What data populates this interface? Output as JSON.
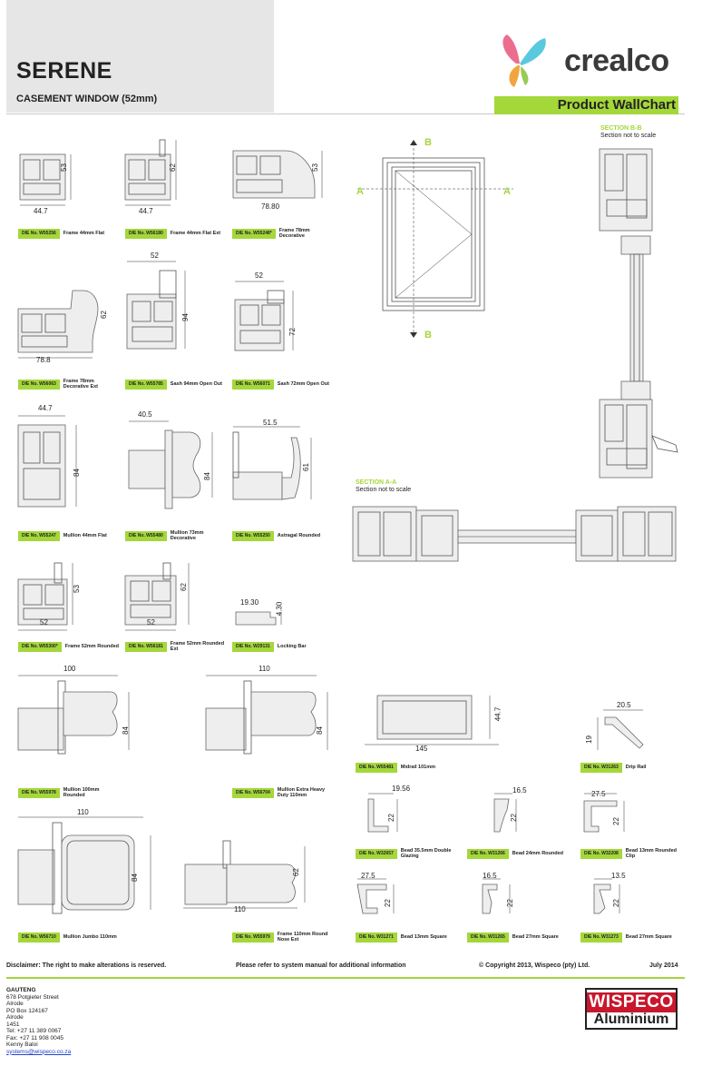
{
  "header": {
    "title": "SERENE",
    "subtitle": "CASEMENT WINDOW (52mm)"
  },
  "brand": {
    "name": "crealco",
    "banner": "Product WallChart",
    "accent": "#a4d73a"
  },
  "sections": {
    "bb": {
      "title": "SECTION B-B",
      "note": "Section not to scale"
    },
    "aa": {
      "title": "SECTION A-A",
      "note": "Section not to scale"
    },
    "markers": {
      "a_left": "A",
      "a_right": "A",
      "b_top": "B",
      "b_bottom": "B"
    }
  },
  "profiles": [
    {
      "die": "DIE No. W55256",
      "name": "Frame 44mm Flat",
      "w": "44.7",
      "h": "53"
    },
    {
      "die": "DIE No. W56180",
      "name": "Frame 44mm Flat Ext",
      "w": "44.7",
      "h": "62"
    },
    {
      "die": "DIE No. W55248*",
      "name": "Frame 78mm Decorative",
      "w": "78.80",
      "h": "53"
    },
    {
      "die": "DIE No. W56063",
      "name": "Frame 78mm Decorative Ext",
      "w": "78.8",
      "h": "62"
    },
    {
      "die": "DIE No. W55785",
      "name": "Sash 94mm Open Out",
      "w": "52",
      "h": "94"
    },
    {
      "die": "DIE No. W56071",
      "name": "Sash 72mm Open Out",
      "w": "52",
      "h": "72"
    },
    {
      "die": "DIE No. W55247",
      "name": "Mullion 44mm Flat",
      "w": "44.7",
      "h": "84"
    },
    {
      "die": "DIE No. W55480",
      "name": "Mullion 73mm Decorative",
      "w": "40.5",
      "h": "84"
    },
    {
      "die": "DIE No. W55250",
      "name": "Astragal Rounded",
      "w": "51.5",
      "h": "61"
    },
    {
      "die": "DIE No. W55300*",
      "name": "Frame 52mm Rounded",
      "w": "52",
      "h": "53"
    },
    {
      "die": "DIE No. W56181",
      "name": "Frame 52mm Rounded Ext",
      "w": "52",
      "h": "62"
    },
    {
      "die": "DIE No. W29131",
      "name": "Locking Bar",
      "w": "19.30",
      "h": "4.30"
    },
    {
      "die": "DIE No. W55978",
      "name": "Mullion 100mm Rounded",
      "w": "100",
      "h": "84"
    },
    {
      "die": "DIE No. W56704",
      "name": "Mullion Extra Heavy Duty 110mm",
      "w": "110",
      "h": "84"
    },
    {
      "die": "DIE No. W55481",
      "name": "Midrail 101mm",
      "w": "145",
      "h": "44.7"
    },
    {
      "die": "DIE No. W31263",
      "name": "Drip Rail",
      "w": "20.5",
      "h": "19"
    },
    {
      "die": "DIE No. W32657",
      "name": "Bead 35.5mm Double Glazing",
      "w": "19.56",
      "h": "22"
    },
    {
      "die": "DIE No. W31266",
      "name": "Bead 24mm Rounded",
      "w": "16.5",
      "h": "22"
    },
    {
      "die": "DIE No. W32208",
      "name": "Bead 13mm Rounded Clip",
      "w": "27.5",
      "h": "22"
    },
    {
      "die": "DIE No. W56710",
      "name": "Mullion Jumbo 110mm",
      "w": "110",
      "h": "84"
    },
    {
      "die": "DIE No. W55979",
      "name": "Frame 110mm Round Nose Ext",
      "w": "110",
      "h": "62"
    },
    {
      "die": "DIE No. W31271",
      "name": "Bead 13mm Square",
      "w": "27.5",
      "h": "22"
    },
    {
      "die": "DIE No. W31265",
      "name": "Bead 27mm Square",
      "w": "16.5",
      "h": "22"
    },
    {
      "die": "DIE No. W31273",
      "name": "Bead 27mm Square",
      "w": "13.5",
      "h": "22"
    }
  ],
  "footer": {
    "disclaimer": "Disclaimer: The right to make alterations is reserved.",
    "manual": "Please refer to system manual for additional information",
    "copyright": "© Copyright 2013, Wispeco (pty) Ltd.",
    "date": "July 2014"
  },
  "address": {
    "region": "GAUTENG",
    "lines": [
      "678 Potgieter Street",
      "Alrode",
      "PO Box 124167",
      "Alrode",
      "1451",
      "Tel: +27 11 389 0067",
      "Fax: +27 11 908 0045",
      "Kenny Baloi"
    ],
    "email": "systems@wispeco.co.za"
  },
  "wispeco": {
    "line1": "WISPECO",
    "line2": "Aluminium",
    "red": "#c8182d"
  }
}
